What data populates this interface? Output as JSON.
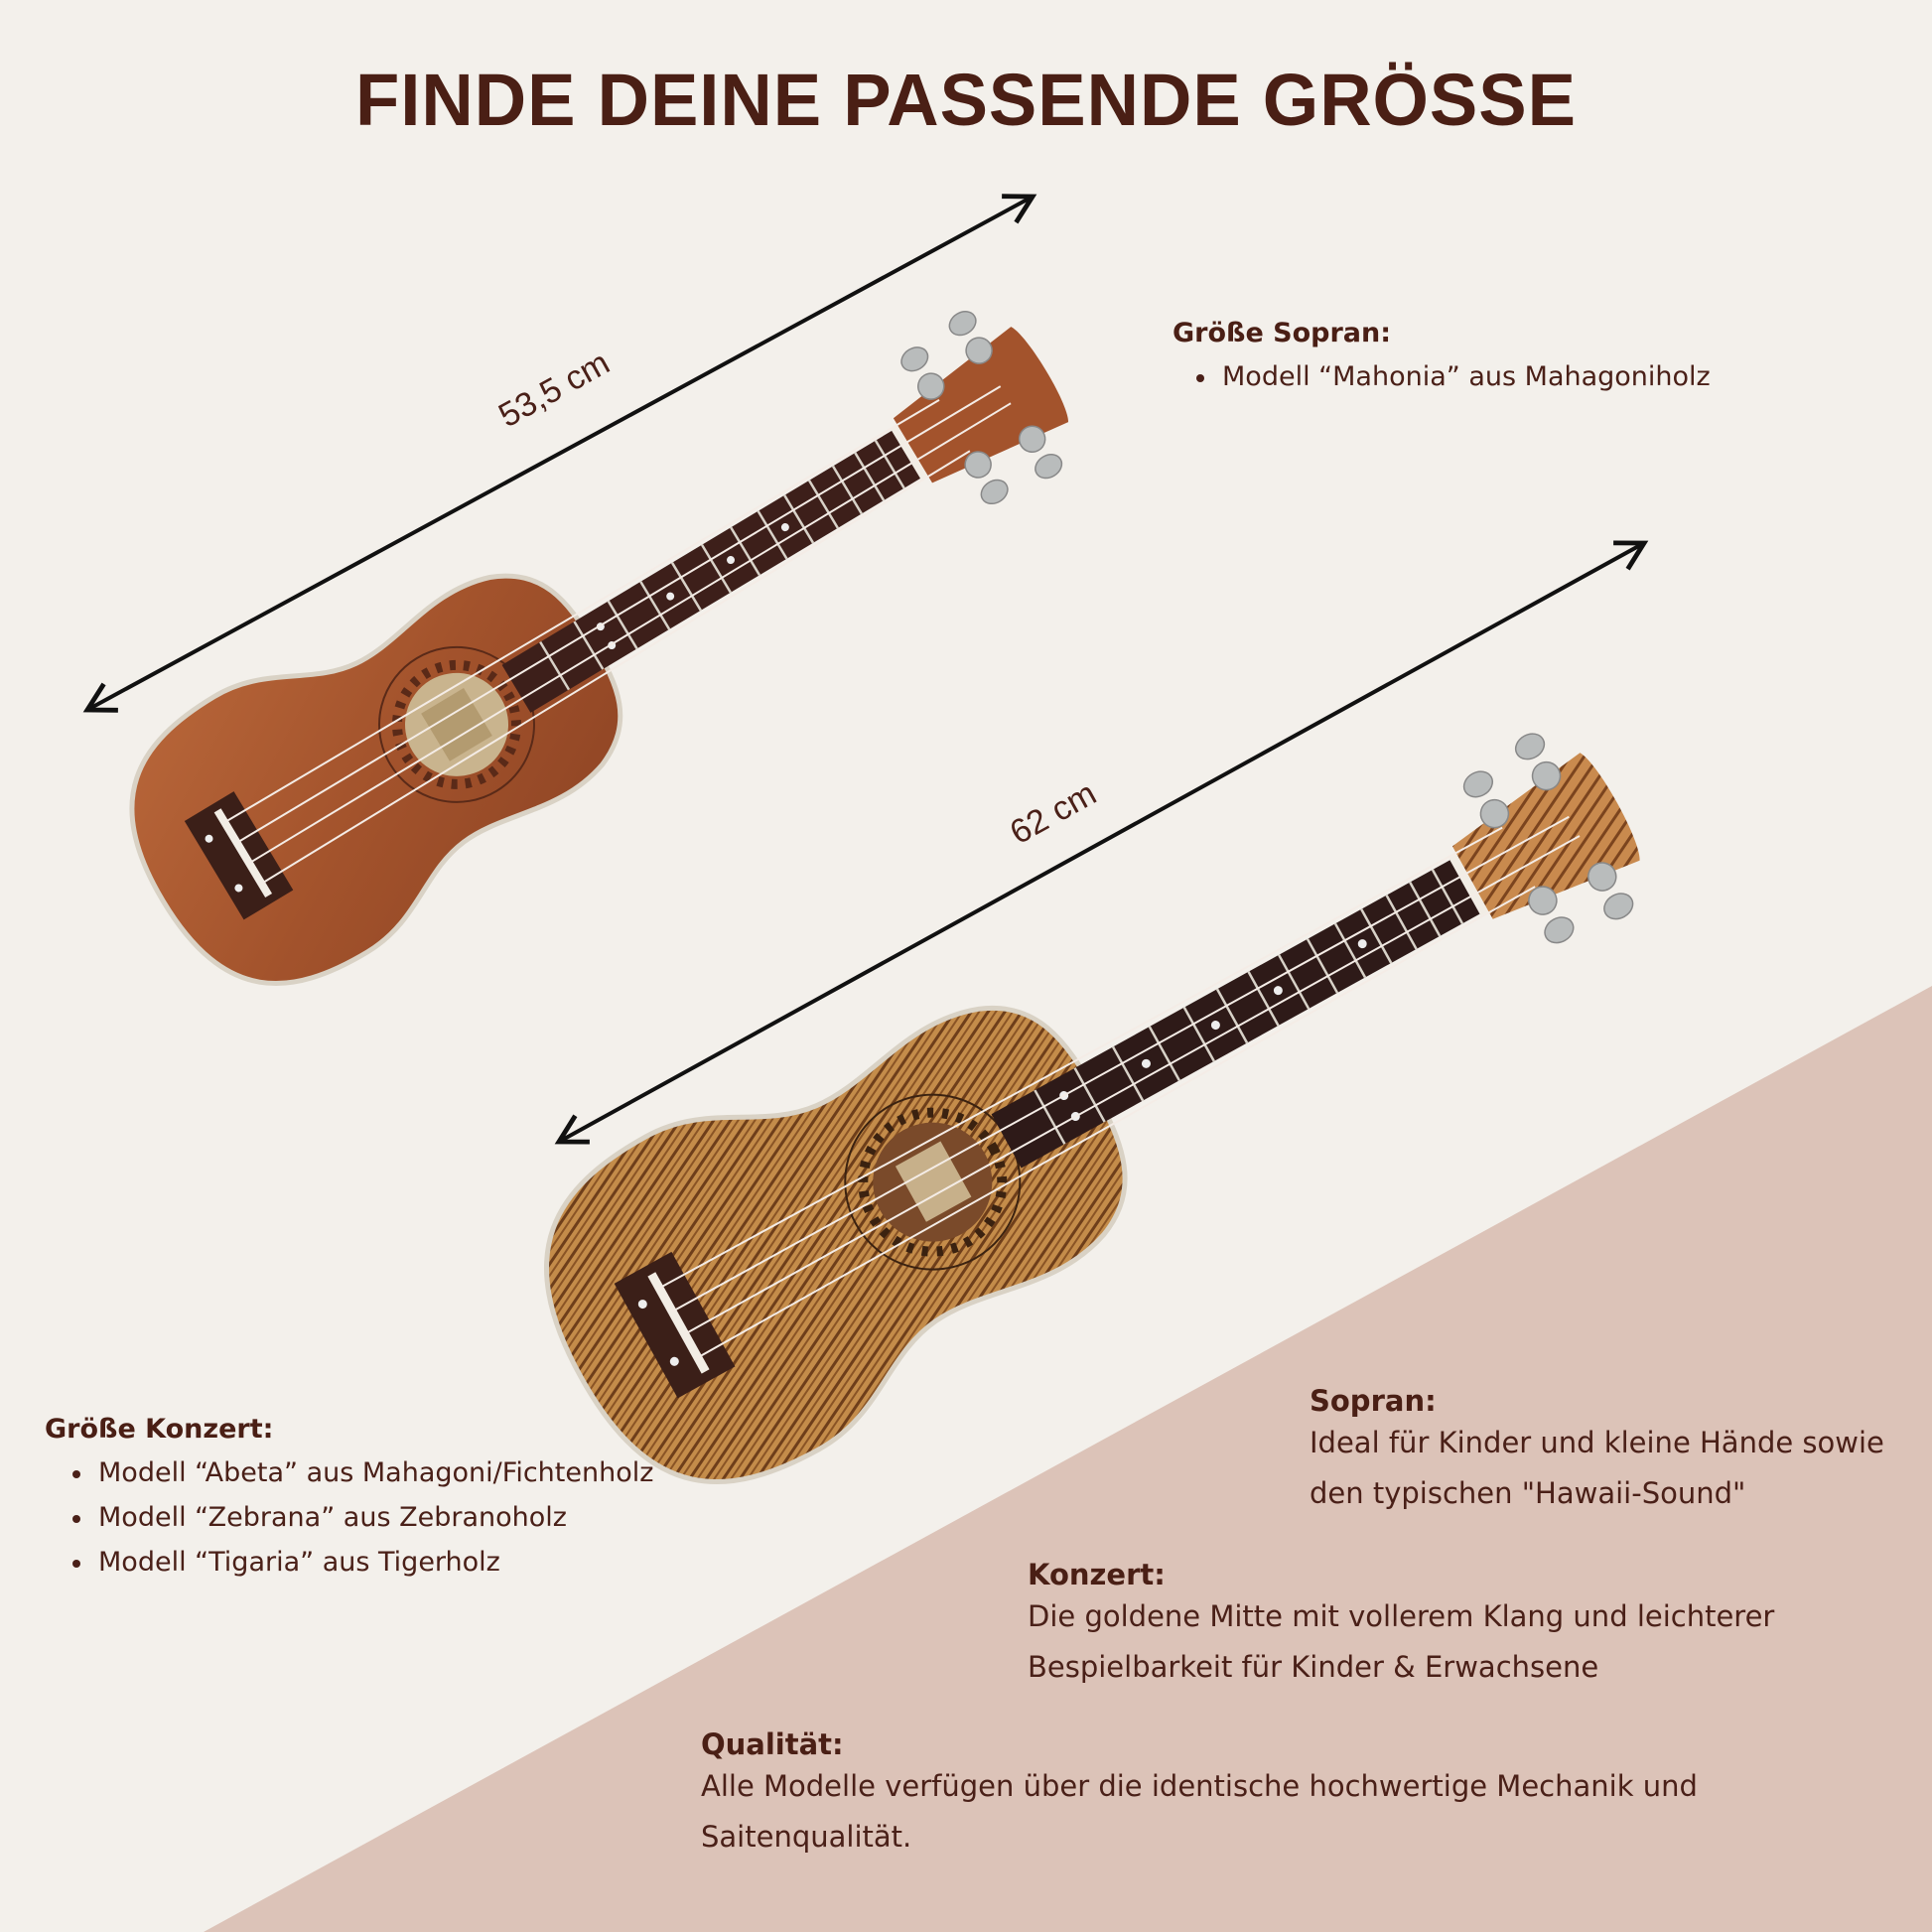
{
  "title": "FINDE DEINE PASSENDE GRÖSSE",
  "colors": {
    "background": "#f3f0eb",
    "accent_triangle": "#dcc3b8",
    "text_dark_brown": "#4a1f15",
    "arrow": "#111111",
    "mahogany_wood": "#a3532c",
    "zebrano_wood": "#b07a3e",
    "fretboard": "#3d1f1a"
  },
  "measurements": {
    "soprano_length": "53,5 cm",
    "concert_length": "62 cm"
  },
  "soprano_info": {
    "heading": "Größe Sopran:",
    "models": [
      "Modell “Mahonia” aus Mahagoniholz"
    ]
  },
  "concert_info": {
    "heading": "Größe Konzert:",
    "models": [
      "Modell “Abeta” aus Mahagoni/Fichtenholz",
      "Modell “Zebrana” aus Zebranoholz",
      "Modell “Tigaria” aus Tigerholz"
    ]
  },
  "descriptions": {
    "sopran": {
      "heading": "Sopran:",
      "lines": [
        "Ideal für Kinder und kleine Hände sowie",
        "den typischen \"Hawaii-Sound\""
      ]
    },
    "konzert": {
      "heading": "Konzert:",
      "lines": [
        "Die goldene Mitte mit vollerem Klang und leichterer",
        "Bespielbarkeit für Kinder & Erwachsene"
      ]
    },
    "qualitaet": {
      "heading": "Qualität:",
      "lines": [
        "Alle Modelle verfügen über die identische hochwertige Mechanik und",
        "Saitenqualität."
      ]
    }
  },
  "images": {
    "soprano_ukulele": "soprano-ukulele-mahogany",
    "concert_ukulele": "concert-ukulele-zebrano"
  }
}
